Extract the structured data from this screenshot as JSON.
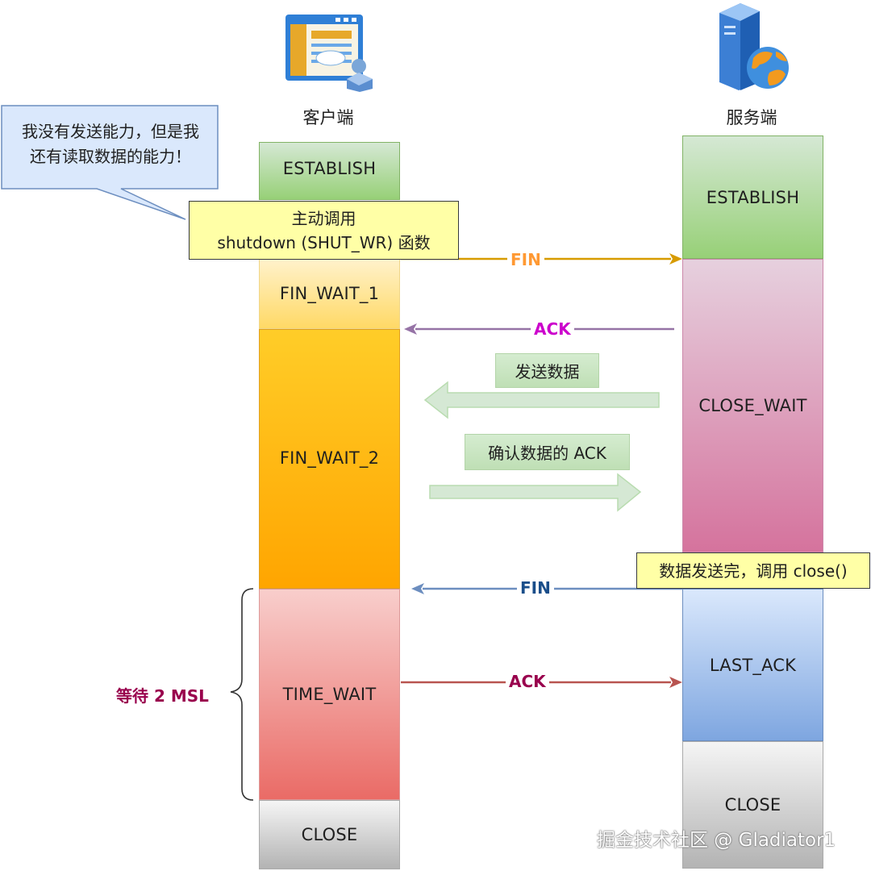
{
  "columns": {
    "client_label": "客户端",
    "server_label": "服务端"
  },
  "client_states": {
    "establish": "ESTABLISH",
    "fin_wait_1": "FIN_WAIT_1",
    "fin_wait_2": "FIN_WAIT_2",
    "time_wait": "TIME_WAIT",
    "close": "CLOSE"
  },
  "server_states": {
    "establish": "ESTABLISH",
    "close_wait": "CLOSE_WAIT",
    "last_ack": "LAST_ACK",
    "close": "CLOSE"
  },
  "callout": {
    "line1": "我没有发送能力，但是我",
    "line2": "还有读取数据的能力！"
  },
  "client_note": {
    "line1": "主动调用",
    "line2": "shutdown (SHUT_WR) 函数"
  },
  "server_note": "数据发送完，调用 close()",
  "messages": {
    "fin1": "FIN",
    "ack1": "ACK",
    "send_data": "发送数据",
    "ack_data": "确认数据的 ACK",
    "fin2": "FIN",
    "ack2": "ACK"
  },
  "wait_label": "等待 2 MSL",
  "watermark": "掘金技术社区 @ Gladiator1",
  "colors": {
    "fin1_arrow": "#d79b00",
    "fin1_text": "#ff9933",
    "ack1_arrow": "#9673a6",
    "ack1_text": "#cc00cc",
    "fin2_arrow": "#6c8ebf",
    "fin2_text": "#1a4e8a",
    "ack2_arrow": "#b85450",
    "ack2_text": "#99004d",
    "wait_text": "#99004d"
  }
}
